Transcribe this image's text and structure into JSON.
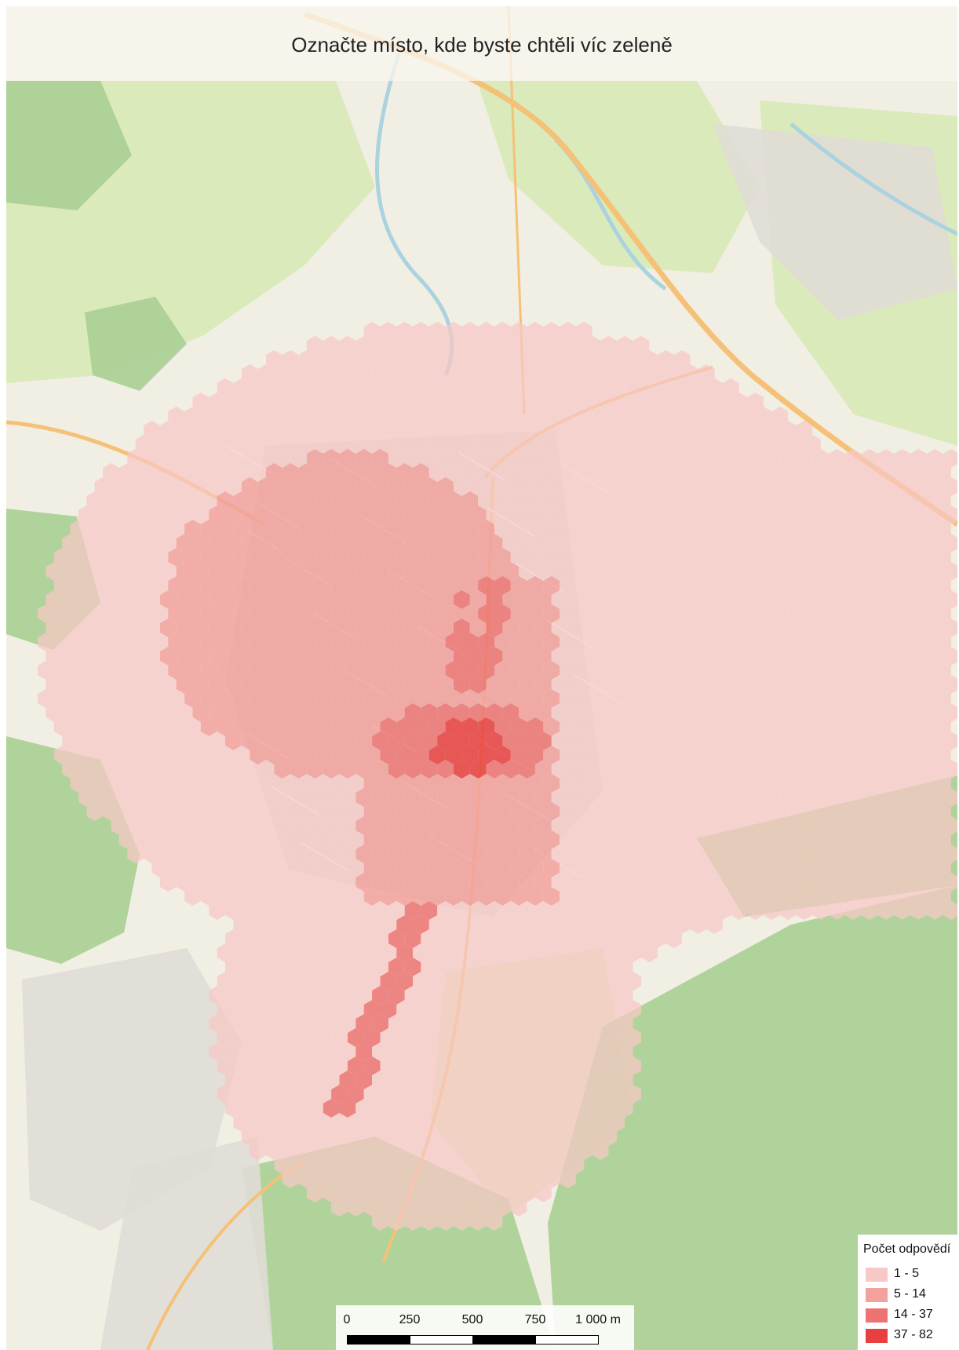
{
  "map": {
    "title": "Označte místo, kde byste chtěli víc zeleně"
  },
  "legend": {
    "title": "Počet odpovědí",
    "classes": [
      {
        "label": "1 - 5",
        "color": "#f8c8c6"
      },
      {
        "label": "5 - 14",
        "color": "#f2a19d"
      },
      {
        "label": "14 - 37",
        "color": "#ec7371"
      },
      {
        "label": "37 - 82",
        "color": "#e8403f"
      }
    ]
  },
  "scalebar": {
    "labels": [
      "0",
      "250",
      "500",
      "750",
      "1 000 m"
    ]
  },
  "colors": {
    "basemap_land": "#f1eee4",
    "forest": "#a9cf94",
    "meadow": "#d6e9b4",
    "water": "#aad3df",
    "major_road": "#f5c176",
    "residential": "#e0dcd6"
  }
}
